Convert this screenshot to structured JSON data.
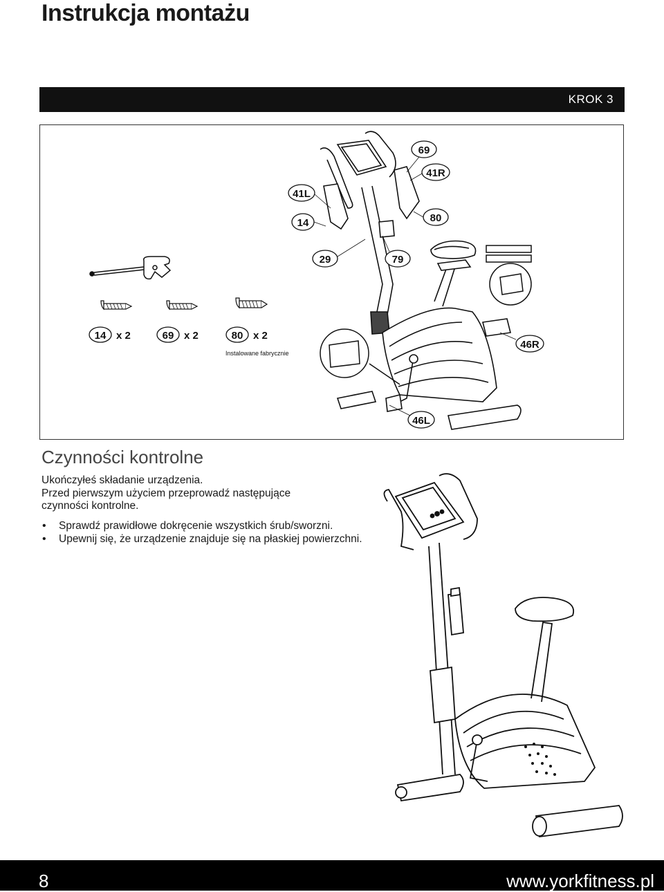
{
  "page": {
    "title": "Instrukcja montażu",
    "step_label": "KROK 3"
  },
  "assembly": {
    "callouts": [
      "69",
      "41R",
      "41L",
      "14",
      "80",
      "29",
      "79",
      "46R",
      "46L"
    ],
    "hardware": [
      {
        "id": "14",
        "qty": "x 2"
      },
      {
        "id": "69",
        "qty": "x 2"
      },
      {
        "id": "80",
        "qty": "x 2"
      }
    ],
    "factory_note": "Instalowane fabrycznie"
  },
  "checks": {
    "heading": "Czynności kontrolne",
    "line1": "Ukończyłeś składanie urządzenia.",
    "line2": "Przed pierwszym użyciem przeprowadź następujące",
    "line3": "czynności kontrolne.",
    "items": [
      "Sprawdź prawidłowe dokręcenie wszystkich śrub/sworzni.",
      "Upewnij się, że urządzenie znajduje się na płaskiej powierzchni."
    ]
  },
  "footer": {
    "page_number": "8",
    "website": "www.yorkfitness.pl"
  }
}
